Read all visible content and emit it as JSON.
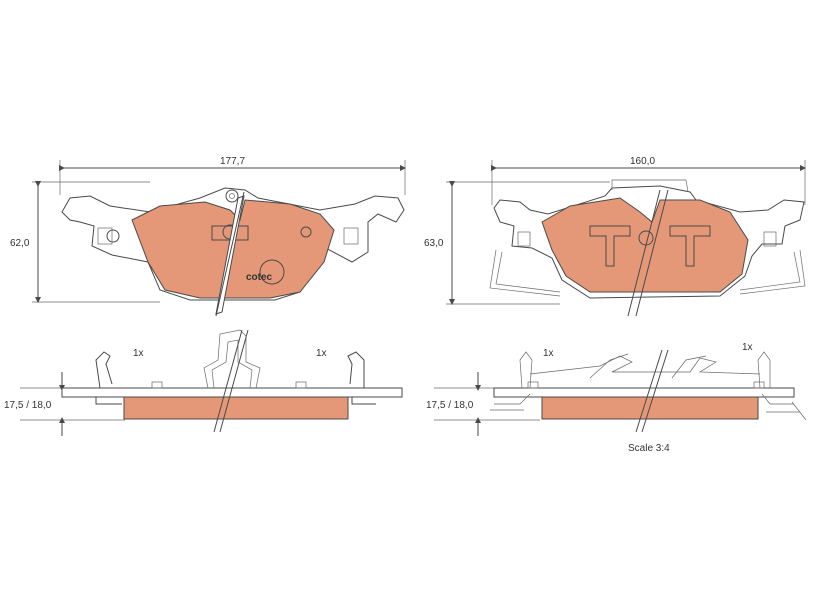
{
  "dimensions": {
    "left_width": "177,7",
    "left_height": "62,0",
    "left_thickness": "17,5 / 18,0",
    "right_width": "160,0",
    "right_height": "63,0",
    "right_thickness": "17,5 / 18,0"
  },
  "quantity_labels": {
    "left_a": "1x",
    "left_b": "1x",
    "right_a": "1x",
    "right_b": "1x"
  },
  "scale_label": "Scale 3:4",
  "logo_text": "cotec",
  "colors": {
    "pad_fill": "#e49878",
    "line": "#4a4a4a"
  }
}
